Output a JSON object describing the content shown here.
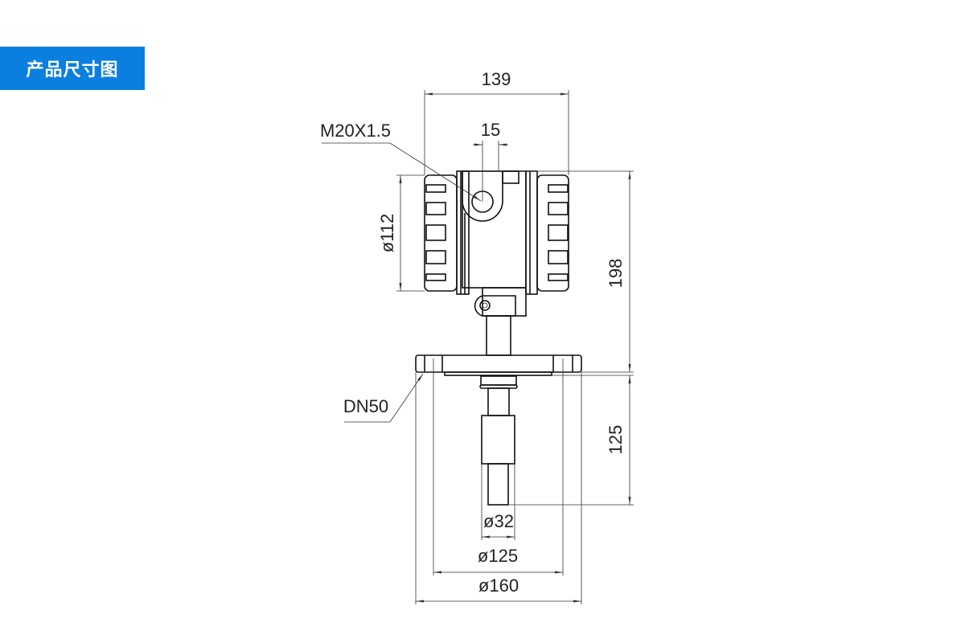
{
  "header": {
    "title": "产品尺寸图"
  },
  "drawing": {
    "dimensions": {
      "overall_width": "139",
      "thread_spacing": "15",
      "thread_spec": "M20X1.5",
      "cover_diameter": "ø112",
      "housing_height": "198",
      "flange_size": "DN50",
      "probe_length": "125",
      "probe_diameter": "ø32",
      "bolt_circle_diameter": "ø125",
      "flange_diameter": "ø160"
    }
  }
}
